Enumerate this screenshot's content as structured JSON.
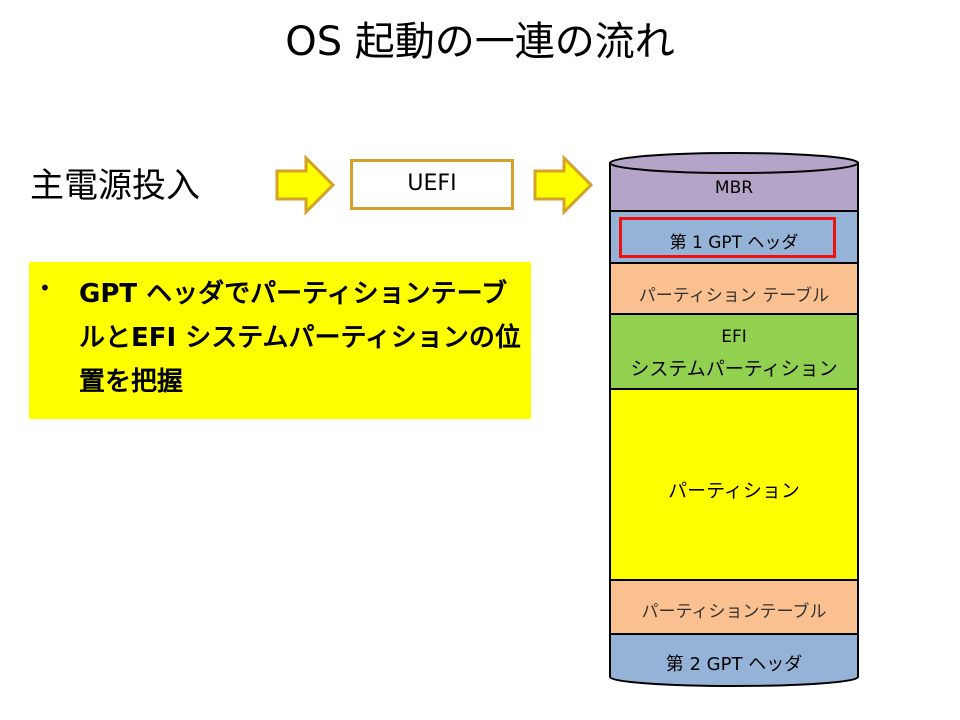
{
  "title": "OS 起動の一連の流れ",
  "flow": {
    "power_on": "主電源投入",
    "uefi": "UEFI"
  },
  "note": {
    "bullet": "•",
    "text": "GPT ヘッダでパーティションテーブルとEFI システムパーティションの位置を把握"
  },
  "disk": {
    "segments": [
      {
        "label": "MBR",
        "color": "#b4a5c8"
      },
      {
        "label": "第 1 GPT ヘッダ",
        "color": "#95b3d7",
        "highlighted": true
      },
      {
        "label": "パーティション テーブル",
        "color": "#fac090"
      },
      {
        "label_line1": "EFI",
        "label_line2": "システムパーティション",
        "color": "#92d050"
      },
      {
        "label": "パーティション",
        "color": "#ffff00"
      },
      {
        "label": "パーティションテーブル",
        "color": "#fac090"
      },
      {
        "label": "第 2 GPT ヘッダ",
        "color": "#95b3d7"
      }
    ]
  },
  "colors": {
    "arrow_fill": "#ffff00",
    "arrow_stroke": "#d4a12a",
    "uefi_border": "#d4a12a",
    "highlight_border": "#ee1111"
  }
}
